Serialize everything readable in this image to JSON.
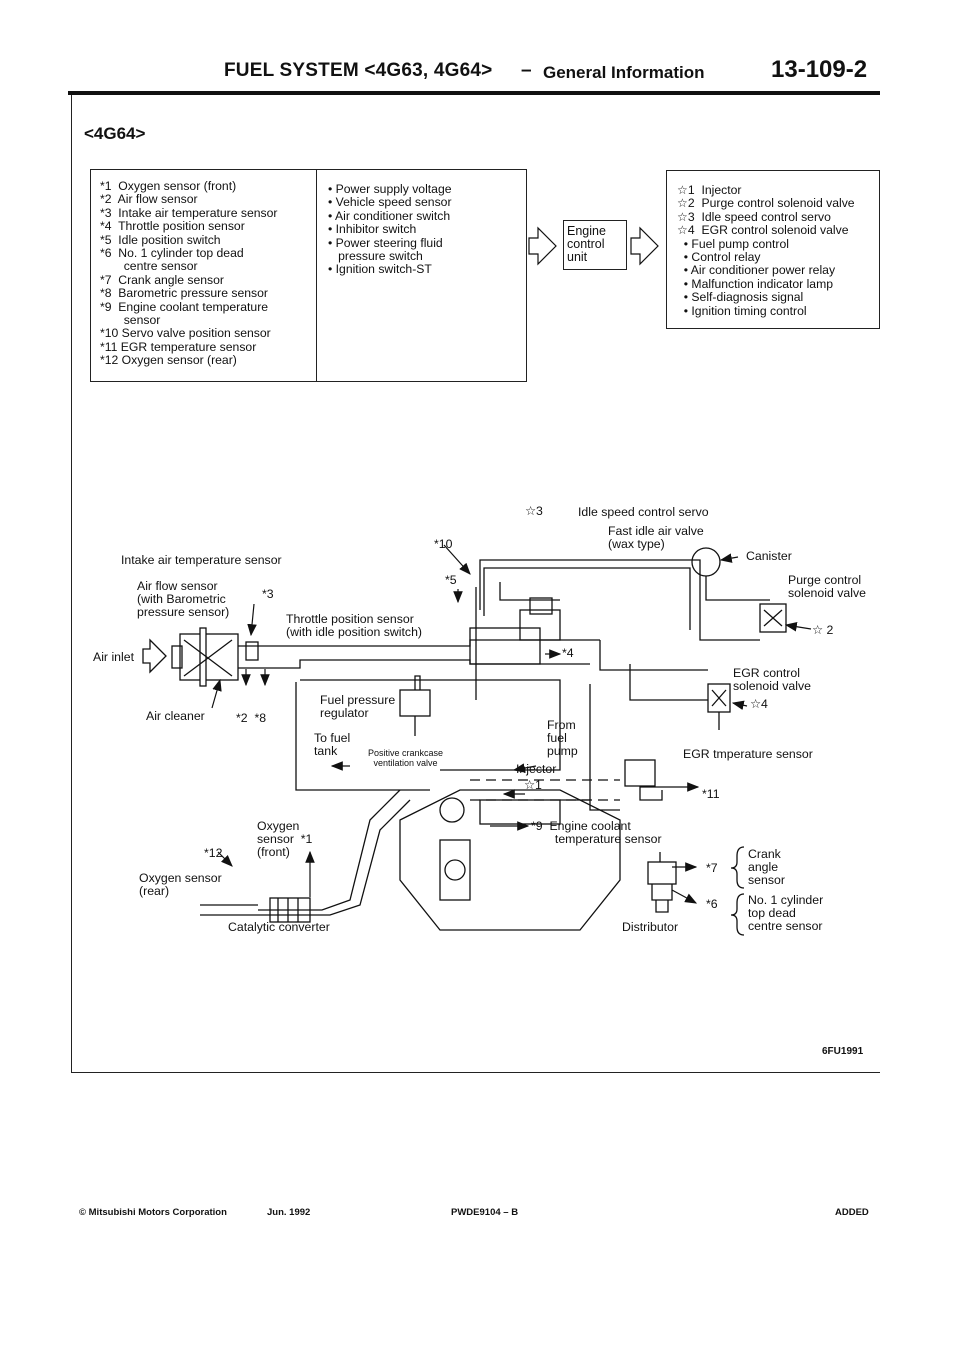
{
  "header": {
    "title": "FUEL SYSTEM <4G63, 4G64>",
    "separator": "–",
    "section": "General Information",
    "page": "13-109-2"
  },
  "variant": "<4G64>",
  "sensors": [
    "*1  Oxygen sensor (front)",
    "*2  Air flow sensor",
    "*3  Intake air temperature sensor",
    "*4  Throttle position sensor",
    "*5  Idle position switch",
    "*6  No. 1 cylinder top dead",
    "       centre sensor",
    "*7  Crank angle sensor",
    "*8  Barometric pressure sensor",
    "*9  Engine coolant temperature",
    "       sensor",
    "*10 Servo valve position sensor",
    "*11 EGR temperature sensor",
    "*12 Oxygen sensor (rear)"
  ],
  "switch_inputs": [
    "• Power supply voltage",
    "• Vehicle speed sensor",
    "• Air conditioner switch",
    "• Inhibitor switch",
    "• Power steering fluid",
    "   pressure switch",
    "• Ignition switch-ST"
  ],
  "ecu_label": "Engine\ncontrol\nunit",
  "actuators": [
    "☆1  Injector",
    "☆2  Purge control solenoid valve",
    "☆3  Idle speed control servo",
    "☆4  EGR control solenoid valve",
    "  • Fuel pump control",
    "  • Control relay",
    "  • Air conditioner power relay",
    "  • Malfunction indicator lamp",
    "  • Self-diagnosis signal",
    "  • Ignition timing control"
  ],
  "diagram_labels": {
    "isc_mark": "☆3",
    "isc": "Idle speed control servo",
    "fast_idle": "Fast idle air valve\n(wax type)",
    "canister": "Canister",
    "purge": "Purge control\nsolenoid valve",
    "purge_mark": "☆ 2",
    "ten": "*10",
    "intake_temp": "Intake air temperature sensor",
    "five": "*5",
    "air_flow": "Air flow sensor\n(with Barometric\npressure sensor)",
    "three": "*3",
    "throttle": "Throttle position sensor\n(with idle position switch)",
    "four": "*4",
    "air_inlet": "Air inlet",
    "egr_control": "EGR control\nsolenoid valve",
    "egr_mark": "☆4",
    "air_cleaner": "Air cleaner",
    "two_eight": "*2  *8",
    "fuel_reg": "Fuel pressure\nregulator",
    "to_fuel": "To fuel\ntank",
    "pcv": "Positive crankcase\nventilation valve",
    "from_fuel": "From\nfuel\npump",
    "injector": "Injector",
    "inj_mark": "☆1",
    "egr_temp": "EGR tmperature sensor",
    "eleven": "*11",
    "o2_front": "Oxygen\nsensor  *1\n(front)",
    "twelve": "*12",
    "coolant": "*9  Engine coolant\n       temperature sensor",
    "crank": "Crank\nangle\nsensor",
    "seven": "*7",
    "o2_rear": "Oxygen sensor\n(rear)",
    "six": "*6",
    "tdc": "No. 1 cylinder\ntop dead\ncentre sensor",
    "catalytic": "Catalytic converter",
    "distributor": "Distributor"
  },
  "figure_code": "6FU1991",
  "footer": {
    "copyright": "© Mitsubishi Motors Corporation",
    "date": "Jun. 1992",
    "doc": "PWDE9104 – B",
    "status": "ADDED"
  }
}
